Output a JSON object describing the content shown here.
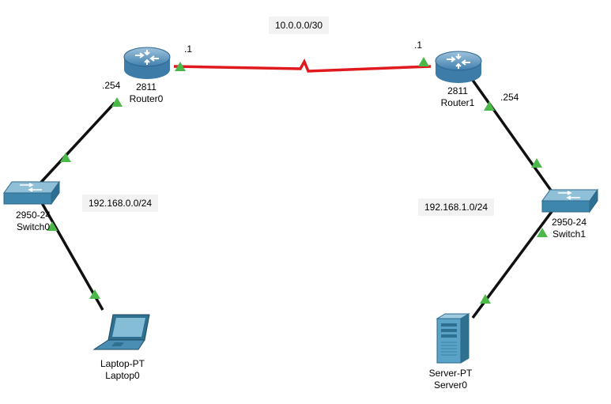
{
  "colors": {
    "serial_link": "#e0191e",
    "ethernet_link": "#101010",
    "link_up_indicator": "#4cb84a",
    "network_label_bg": "#f2f2f2"
  },
  "networks": {
    "wan": "10.0.0.0/30",
    "lan0": "192.168.0.0/24",
    "lan1": "192.168.1.0/24"
  },
  "interfaces": {
    "router0_serial": ".1",
    "router1_serial": ".1",
    "router0_lan": ".254",
    "router1_lan": ".254"
  },
  "devices": {
    "router0": {
      "model": "2811",
      "name": "Router0",
      "icon": "router-icon"
    },
    "router1": {
      "model": "2811",
      "name": "Router1",
      "icon": "router-icon"
    },
    "switch0": {
      "model": "2950-24",
      "name": "Switch0",
      "icon": "switch-icon"
    },
    "switch1": {
      "model": "2950-24",
      "name": "Switch1",
      "icon": "switch-icon"
    },
    "laptop0": {
      "model": "Laptop-PT",
      "name": "Laptop0",
      "icon": "laptop-icon"
    },
    "server0": {
      "model": "Server-PT",
      "name": "Server0",
      "icon": "server-icon"
    }
  }
}
